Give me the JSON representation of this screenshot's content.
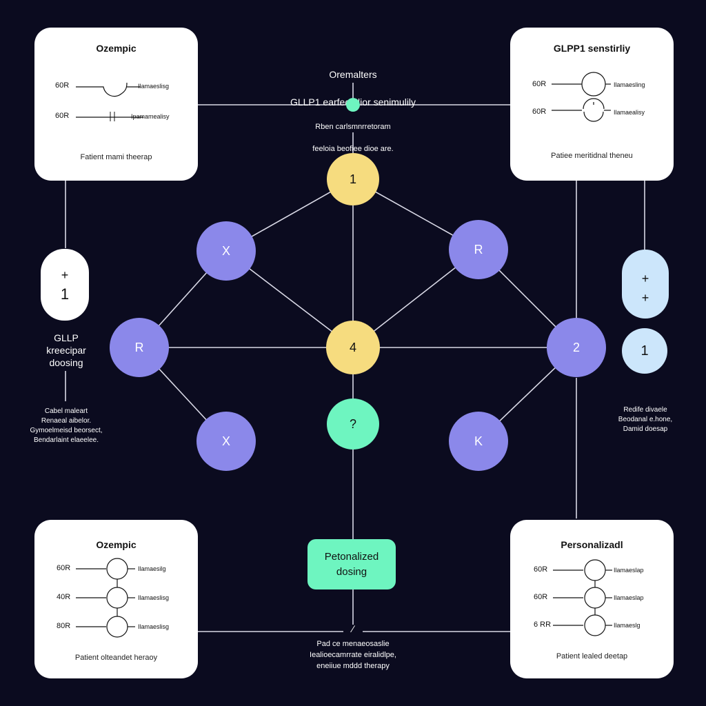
{
  "cards": {
    "top_left": {
      "title": "Ozempic",
      "rows": [
        {
          "dose": "60R",
          "tag": "Ilamaeslisg"
        },
        {
          "dose": "60R",
          "tag": "Ipamamealisy"
        }
      ],
      "footer": "Fatient mami theerap"
    },
    "top_right": {
      "title": "GLPP1 senstirliy",
      "rows": [
        {
          "dose": "60R",
          "tag": "Ilamaesling"
        },
        {
          "dose": "60R",
          "tag": "Ilamaealisy"
        }
      ],
      "footer": "Patiee meritidnal theneu"
    },
    "bottom_left": {
      "title": "Ozempic",
      "rows": [
        {
          "dose": "60R",
          "tag": "Ilamaesilg"
        },
        {
          "dose": "40R",
          "tag": "Ilamaeslisg"
        },
        {
          "dose": "80R",
          "tag": "Ilamaeslisg"
        }
      ],
      "footer": "Patient olteandet heraoy"
    },
    "bottom_right": {
      "title": "Personalizadl",
      "rows": [
        {
          "dose": "60R",
          "tag": "Ilamaeslap"
        },
        {
          "dose": "60R",
          "tag": "Ilamaeslap"
        },
        {
          "dose": "6 RR",
          "tag": "Ilamaeslg"
        }
      ],
      "footer": "Patient lealed deetap"
    }
  },
  "top_center": {
    "title_line1": "Oremalters",
    "title_line2": "GLLP1 earfectelior senimulily",
    "note_line1": "Rben carlsmnrretoram",
    "note_line2": "feeloia beofiee dioe are."
  },
  "nodes": {
    "top": "1",
    "upper_left": "X",
    "upper_right": "R",
    "left": "R",
    "center": "4",
    "right": "2",
    "lower_left": "X",
    "lower_center": "?",
    "lower_right": "K"
  },
  "left_side": {
    "pill_plus": "+",
    "pill_value": "1",
    "heading": "GLLP\nkreecipar\ndoosing",
    "note": "Cabel maleart\nRenaeal aibelor.\nGymoelmeisd beorsect,\nBendarlaint elaeelee."
  },
  "right_side": {
    "pill_plus_1": "+",
    "pill_plus_2": "+",
    "circle_value": "1",
    "note": "Redife divaele\nBeodanal e.hone,\nDamid doesap"
  },
  "bottom_center": {
    "box_label": "Petonalized\ndosing",
    "glyph": "∕",
    "note": "Pad ce menaeosaslie\nIealioecamrrate eiralidlpe,\neneiiue mddd therapy"
  },
  "colors": {
    "background": "#0b0b1f",
    "purple_node": "#8b88ea",
    "yellow_node": "#f6dc7f",
    "green_accent": "#6ef5c0",
    "light_blue": "#cce6fb",
    "wire": "#d9d9e6"
  }
}
